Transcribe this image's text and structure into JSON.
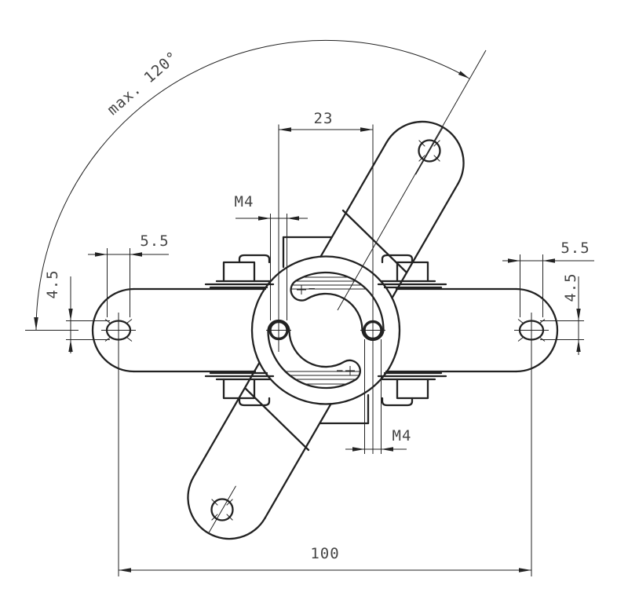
{
  "drawing": {
    "type": "technical-drawing",
    "subject": "swivel clamp bracket with two rotating arms, top view",
    "labels": {
      "max_angle": "max. 120°",
      "dim_23": "23",
      "m4_top": "M4",
      "m4_bottom": "M4",
      "dim_55_left": "5.5",
      "dim_55_right": "5.5",
      "dim_45_left": "4.5",
      "dim_45_right": "4.5",
      "dim_100": "100"
    },
    "dimensions_mm": {
      "hole_spacing": 100,
      "screw_spacing": 23,
      "end_hole_offset": 5.5,
      "end_hole_diameter": 4.5,
      "clamp_screw_thread": "M4",
      "max_rotation_deg": 120
    },
    "colors": {
      "line": "#222222",
      "text": "#454545",
      "background": "#ffffff"
    }
  }
}
